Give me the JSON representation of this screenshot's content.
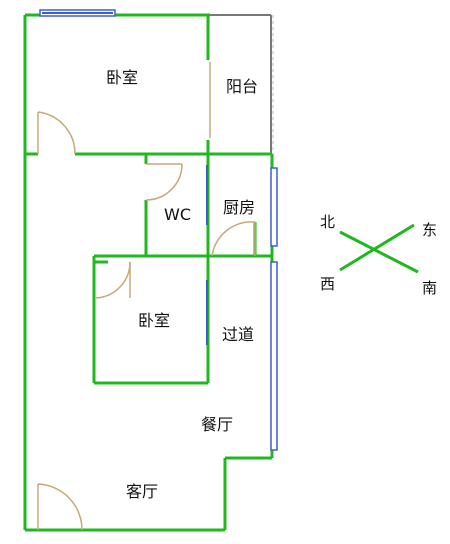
{
  "colors": {
    "wall": "#1fb81f",
    "window": "#3a5fd0",
    "door": "#c7a878",
    "balcony_edge": "#777777"
  },
  "rooms": {
    "bedroom_top": "卧室",
    "balcony": "阳台",
    "wc": "WC",
    "kitchen": "厨房",
    "bedroom_mid": "卧室",
    "corridor": "过道",
    "dining": "餐厅",
    "living": "客厅"
  },
  "compass": {
    "north": "北",
    "east": "东",
    "west": "西",
    "south": "南"
  }
}
